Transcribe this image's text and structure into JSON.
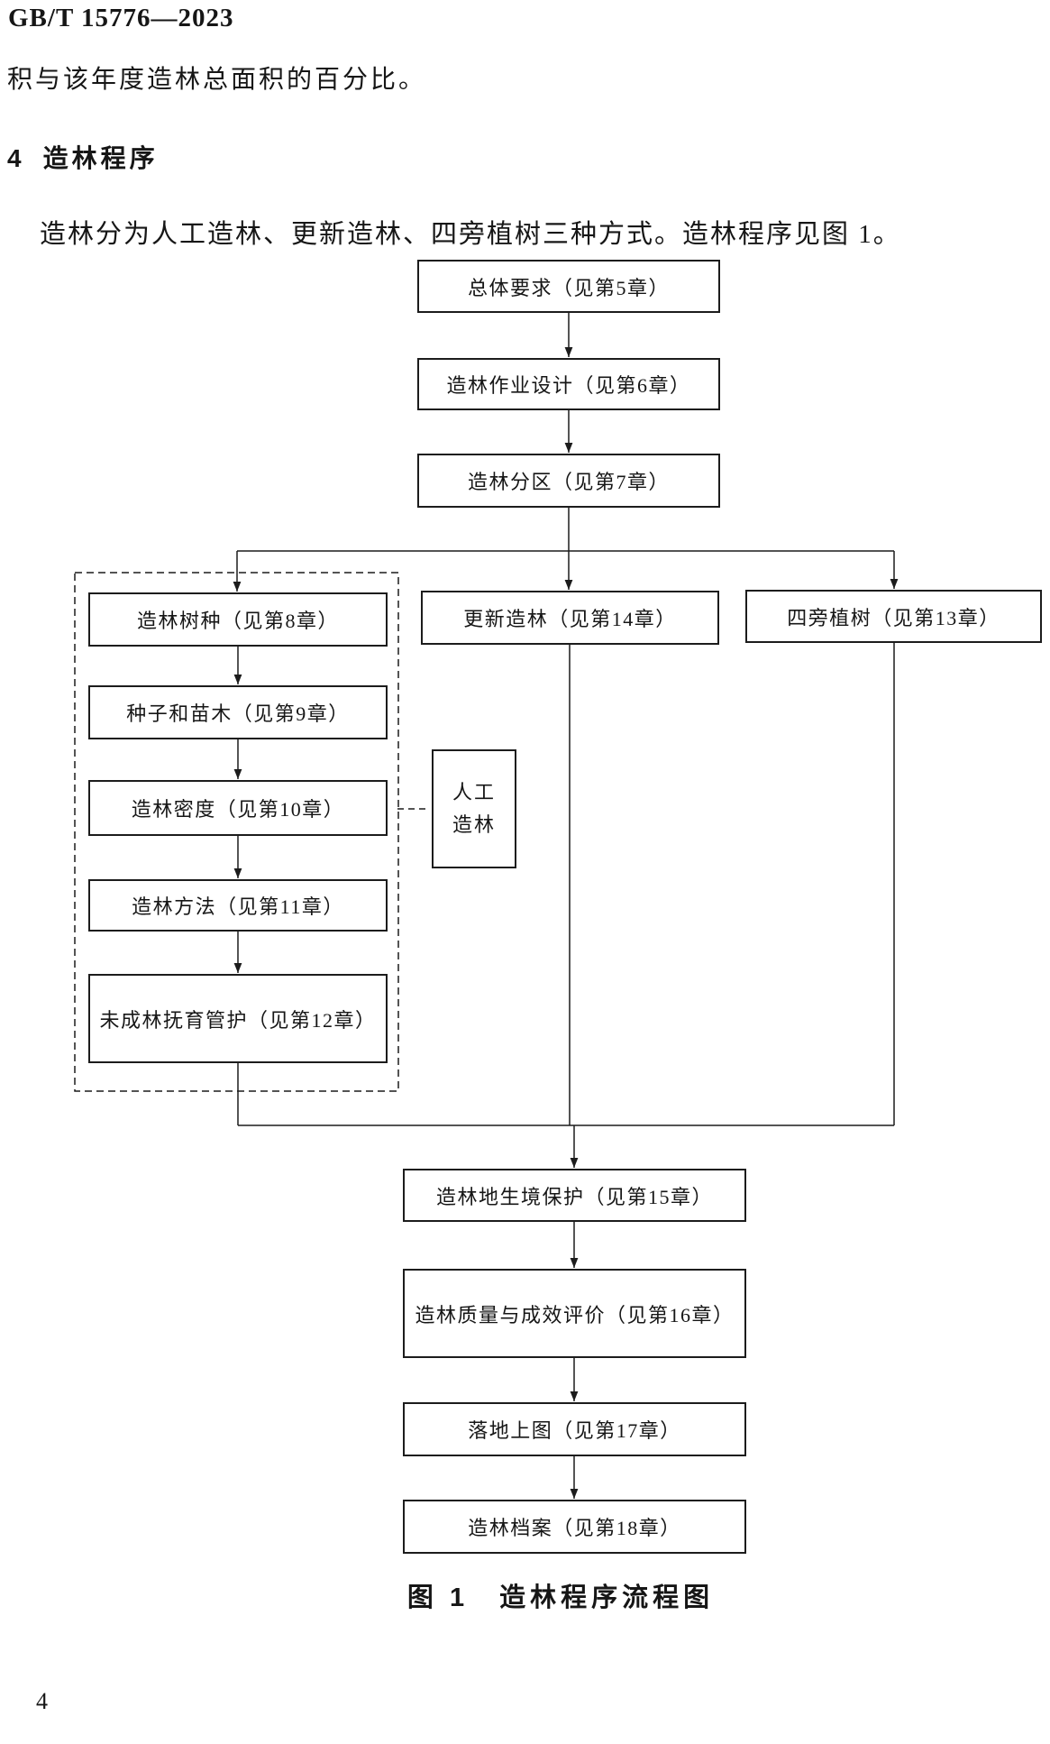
{
  "page": {
    "standard_code": "GB/T 15776—2023",
    "body_text": "积与该年度造林总面积的百分比。",
    "section": {
      "number": "4",
      "title": "造林程序"
    },
    "paragraph": "造林分为人工造林、更新造林、四旁植树三种方式。造林程序见图 1。",
    "figure_caption": "图 1　造林程序流程图",
    "page_number": "4"
  },
  "flowchart": {
    "nodes": {
      "general": "总体要求（见第5章）",
      "design": "造林作业设计（见第6章）",
      "zoning": "造林分区（见第7章）",
      "species": "造林树种（见第8章）",
      "seeds": "种子和苗木（见第9章）",
      "density": "造林密度（见第10章）",
      "method": "造林方法（见第11章）",
      "tending": "未成林抚育管护（见第12章）",
      "artificial_line1": "人工",
      "artificial_line2": "造林",
      "regeneration": "更新造林（见第14章）",
      "sideline": "四旁植树（见第13章）",
      "habitat": "造林地生境保护（见第15章）",
      "evaluation": "造林质量与成效评价（见第16章）",
      "mapping": "落地上图（见第17章）",
      "archives": "造林档案（见第18章）"
    },
    "edges": [
      [
        "general",
        "design"
      ],
      [
        "design",
        "zoning"
      ],
      [
        "zoning",
        "species"
      ],
      [
        "zoning",
        "regeneration"
      ],
      [
        "zoning",
        "sideline"
      ],
      [
        "species",
        "seeds"
      ],
      [
        "seeds",
        "density"
      ],
      [
        "density",
        "method"
      ],
      [
        "method",
        "tending"
      ],
      [
        "density",
        "artificial"
      ],
      [
        "tending",
        "habitat"
      ],
      [
        "regeneration",
        "habitat"
      ],
      [
        "sideline",
        "habitat"
      ],
      [
        "habitat",
        "evaluation"
      ],
      [
        "evaluation",
        "mapping"
      ],
      [
        "mapping",
        "archives"
      ]
    ]
  }
}
